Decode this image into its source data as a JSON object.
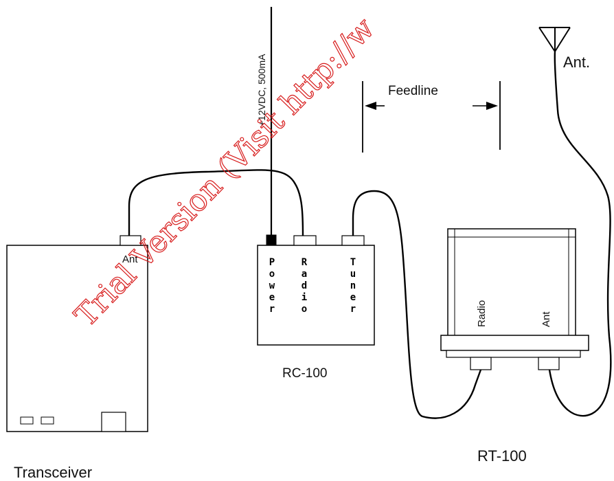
{
  "labels": {
    "antenna": "Ant.",
    "feedline": "Feedline",
    "power_supply": "+12VDC, 500mA",
    "transceiver_title": "Transceiver",
    "transceiver_port": "Ant",
    "coupler_title": "RC-100",
    "coupler_ports": [
      "Power",
      "Radio",
      "Tuner"
    ],
    "tuner_title": "RT-100",
    "tuner_ports": [
      "Radio",
      "Ant"
    ]
  },
  "watermark": "Trial Version (Visit http://w",
  "colors": {
    "line": "#000000",
    "watermark": "#d71a1a"
  }
}
